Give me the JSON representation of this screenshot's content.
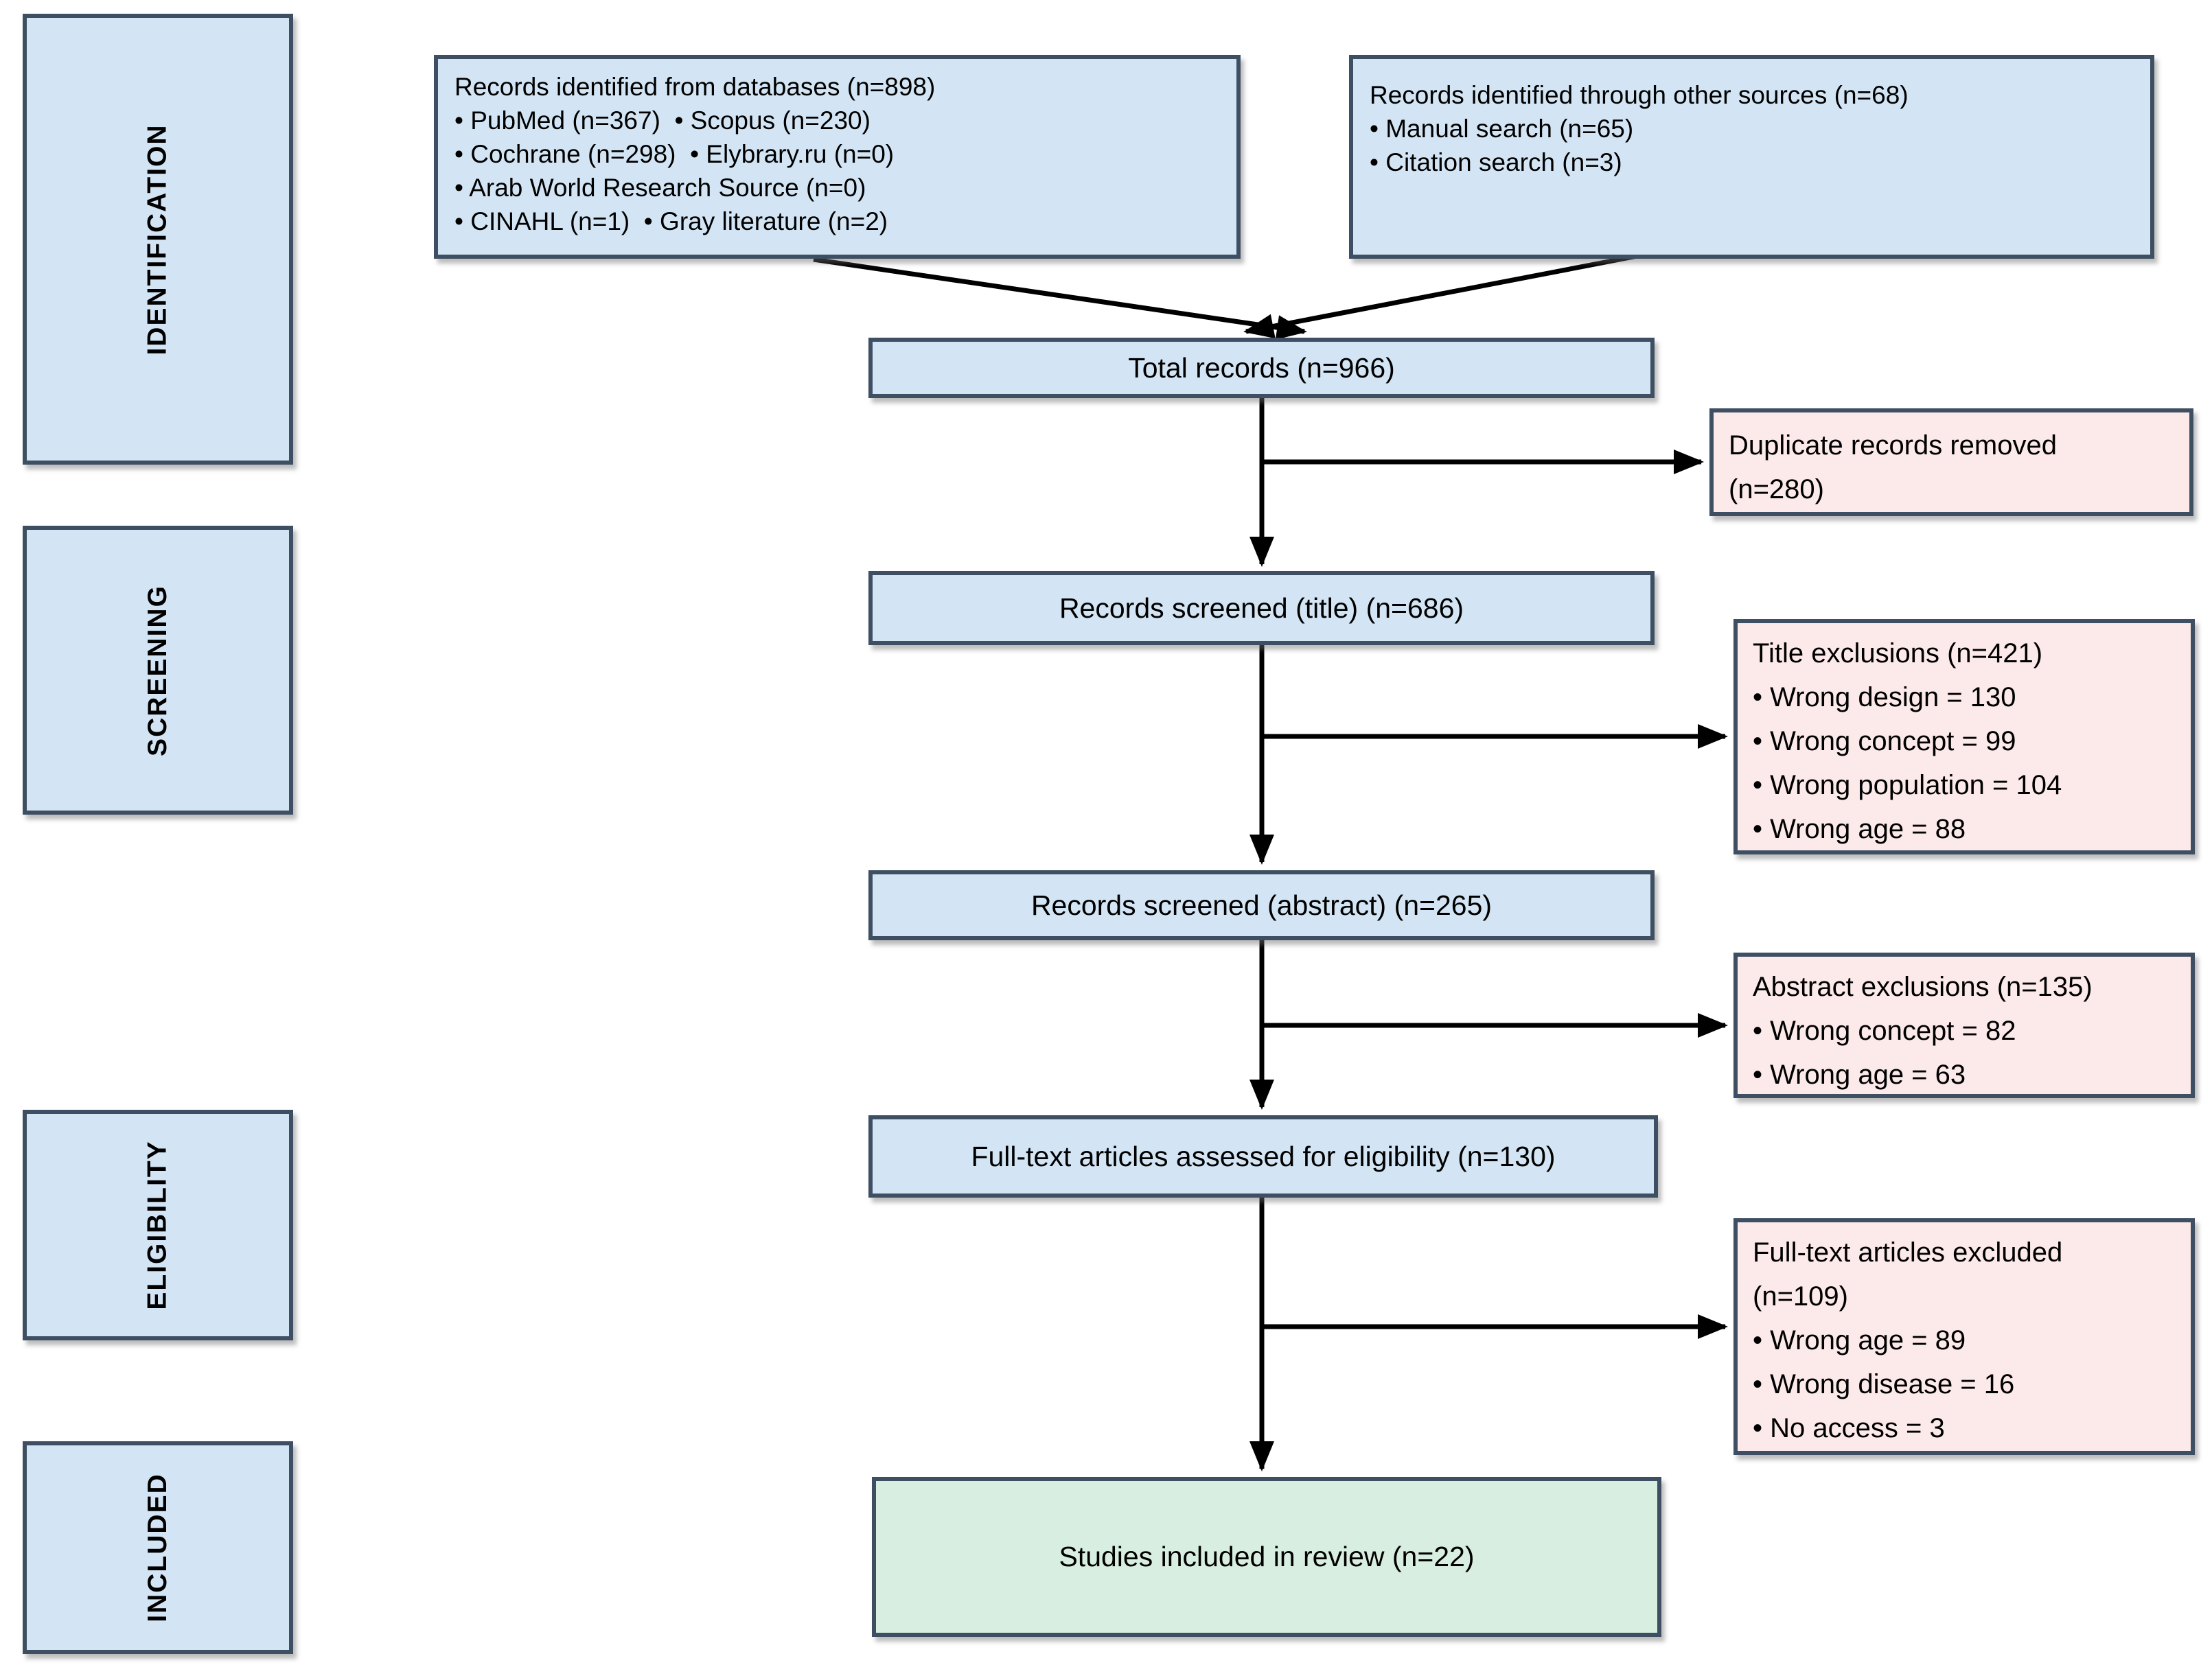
{
  "colors": {
    "box_blue": "#d3e5f4",
    "box_pink": "#fce9e9",
    "box_green": "#d8eee1",
    "border": "#3e4f63",
    "arrow": "#000000",
    "text": "#000000"
  },
  "sidebar": {
    "stages": [
      {
        "label": "IDENTIFICATION"
      },
      {
        "label": "SCREENING"
      },
      {
        "label": "ELIGIBILITY"
      },
      {
        "label": "INCLUDED"
      }
    ]
  },
  "flow": {
    "identified_databases": {
      "title": "Records identified from databases (n=898)",
      "bullets": [
        "• PubMed (n=367)  • Scopus (n=230)",
        "• Cochrane (n=298)  • Elybrary.ru (n=0)",
        "• Arab World Research Source (n=0)",
        "• CINAHL (n=1)  • Gray literature (n=2)"
      ]
    },
    "identified_other": {
      "title": "Records identified through other sources (n=68)",
      "bullets": [
        "• Manual search (n=65)",
        "• Citation search (n=3)"
      ]
    },
    "total_records": {
      "label": "Total records (n=966)"
    },
    "screened_title": {
      "label": "Records screened (title) (n=686)"
    },
    "screened_abstract": {
      "label": "Records screened (abstract) (n=265)"
    },
    "fulltext_assessed": {
      "label": "Full-text articles assessed for eligibility (n=130)"
    },
    "included": {
      "label": "Studies included in review (n=22)"
    }
  },
  "exclusions": {
    "duplicates": {
      "lines": [
        "Duplicate records removed",
        "(n=280)"
      ]
    },
    "title_exclusions": {
      "title": "Title exclusions (n=421)",
      "bullets": [
        "• Wrong design = 130",
        "• Wrong concept = 99",
        "• Wrong population = 104",
        "• Wrong age = 88"
      ]
    },
    "abstract_exclusions": {
      "title": "Abstract exclusions (n=135)",
      "bullets": [
        "• Wrong concept = 82",
        "• Wrong age = 63"
      ]
    },
    "fulltext_excluded": {
      "title": "Full-text articles excluded",
      "subtitle": "(n=109)",
      "bullets": [
        "• Wrong age = 89",
        "• Wrong disease = 16",
        "• No access = 3"
      ]
    }
  }
}
